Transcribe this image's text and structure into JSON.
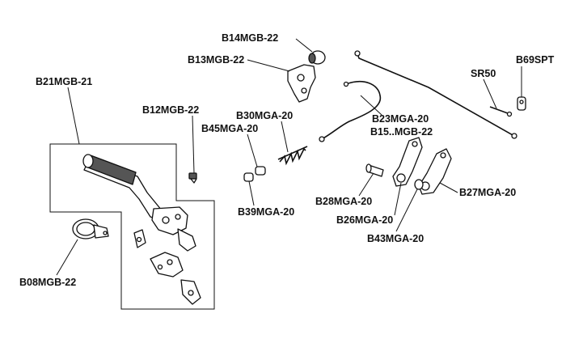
{
  "labels": {
    "b14mgb22": "B14MGB-22",
    "b13mgb22": "B13MGB-22",
    "b69spt": "B69SPT",
    "sr50": "SR50",
    "b21mgb21": "B21MGB-21",
    "b12mgb22": "B12MGB-22",
    "b30mga20": "B30MGA-20",
    "b45mga20": "B45MGA-20",
    "b23mga20": "B23MGA-20",
    "b15mgb22": "B15..MGB-22",
    "b39mga20": "B39MGA-20",
    "b28mga20": "B28MGA-20",
    "b27mga20": "B27MGA-20",
    "b26mga20": "B26MGA-20",
    "b43mga20": "B43MGA-20",
    "b08mgb22": "B08MGB-22"
  }
}
